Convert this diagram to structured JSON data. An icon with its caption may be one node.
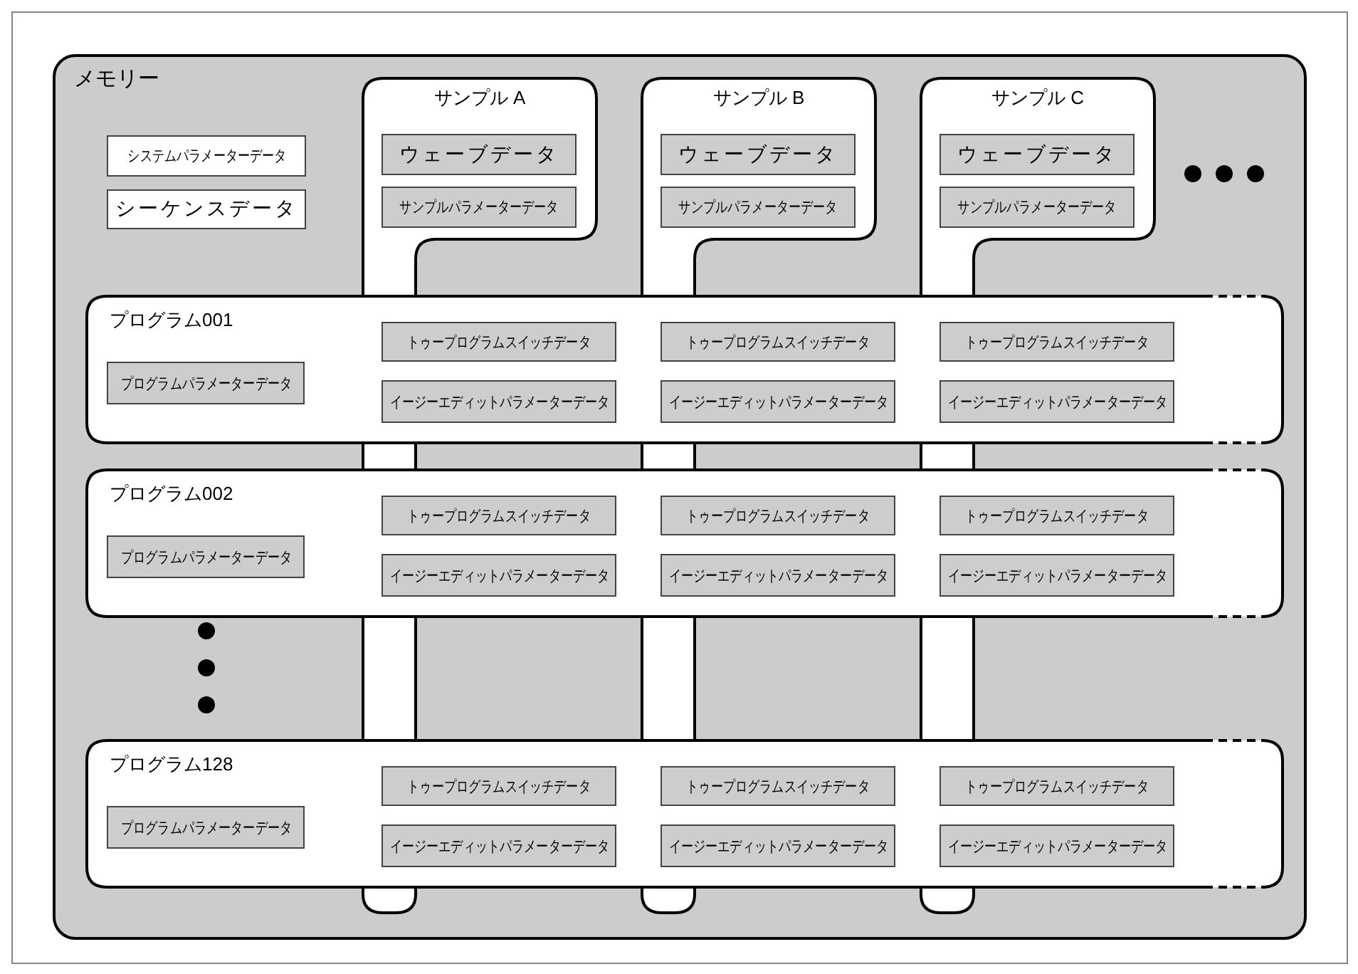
{
  "diagram": {
    "nodes": [
      {
        "text": [
          "メモリー"
        ]
      },
      {
        "text": [
          "システムパラメーターデータ"
        ],
        "in": 0
      },
      {
        "text": [
          "シーケンスデータ"
        ],
        "in": 0
      },
      {
        "text": [
          "サンプル A"
        ],
        "in": 0
      },
      {
        "text": [
          "ウェーブデータ"
        ],
        "in": 3
      },
      {
        "text": [
          "サンプルパラメーターデータ"
        ],
        "in": 3
      },
      {
        "text": [
          "サンプル B"
        ],
        "in": 0
      },
      {
        "text": [
          "ウェーブデータ"
        ],
        "in": 6
      },
      {
        "text": [
          "サンプルパラメーターデータ"
        ],
        "in": 6
      },
      {
        "text": [
          "サンプル C"
        ],
        "in": 0
      },
      {
        "text": [
          "ウェーブデータ"
        ],
        "in": 9
      },
      {
        "text": [
          "サンプルパラメーターデータ"
        ],
        "in": 9
      },
      {
        "text": [
          "プログラム001"
        ],
        "in": 0
      },
      {
        "text": [
          "プログラムパラメーターデータ"
        ],
        "in": 12
      },
      {
        "text": [
          "トゥープログラムスイッチデータ"
        ],
        "in": 12
      },
      {
        "text": [
          "トゥープログラムスイッチデータ"
        ],
        "in": 12
      },
      {
        "text": [
          "トゥープログラムスイッチデータ"
        ],
        "in": 12
      },
      {
        "text": [
          "イージーエディットパラメーターデータ"
        ],
        "in": 12
      },
      {
        "text": [
          "イージーエディットパラメーターデータ"
        ],
        "in": 12
      },
      {
        "text": [
          "イージーエディットパラメーターデータ"
        ],
        "in": 12
      },
      {
        "text": [
          "プログラム002"
        ],
        "in": 0
      },
      {
        "text": [
          "プログラムパラメーターデータ"
        ],
        "in": 20
      },
      {
        "text": [
          "トゥープログラムスイッチデータ"
        ],
        "in": 20
      },
      {
        "text": [
          "トゥープログラムスイッチデータ"
        ],
        "in": 20
      },
      {
        "text": [
          "トゥープログラムスイッチデータ"
        ],
        "in": 20
      },
      {
        "text": [
          "イージーエディットパラメーターデータ"
        ],
        "in": 20
      },
      {
        "text": [
          "イージーエディットパラメーターデータ"
        ],
        "in": 20
      },
      {
        "text": [
          "イージーエディットパラメーターデータ"
        ],
        "in": 20
      },
      {
        "text": [
          "プログラム128"
        ],
        "in": 0
      },
      {
        "text": [
          "プログラムパラメーターデータ"
        ],
        "in": 28
      },
      {
        "text": [
          "トゥープログラムスイッチデータ"
        ],
        "in": 28
      },
      {
        "text": [
          "トゥープログラムスイッチデータ"
        ],
        "in": 28
      },
      {
        "text": [
          "トゥープログラムスイッチデータ"
        ],
        "in": 28
      },
      {
        "text": [
          "イージーエディットパラメーターデータ"
        ],
        "in": 28
      },
      {
        "text": [
          "イージーエディットパラメーターデータ"
        ],
        "in": 28
      },
      {
        "text": [
          "イージーエディットパラメーターデータ"
        ],
        "in": 28
      }
    ]
  }
}
